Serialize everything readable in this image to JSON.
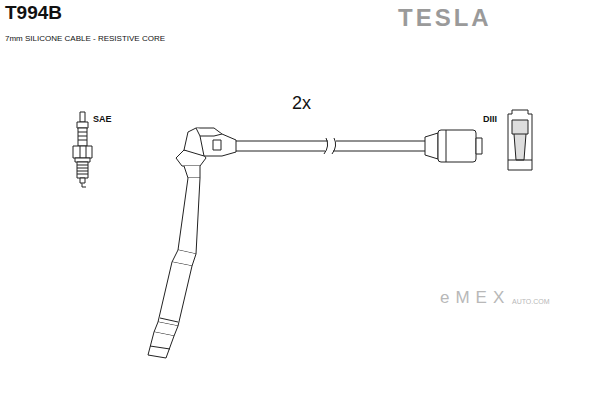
{
  "diagram": {
    "title": "T994B",
    "labels": [
      "7mm SILICONE CABLE - RESISTIVE CORE",
      "TESLA",
      "2x",
      "SAE",
      "DIII",
      "eMEX",
      "AUTO.COM"
    ]
  }
}
